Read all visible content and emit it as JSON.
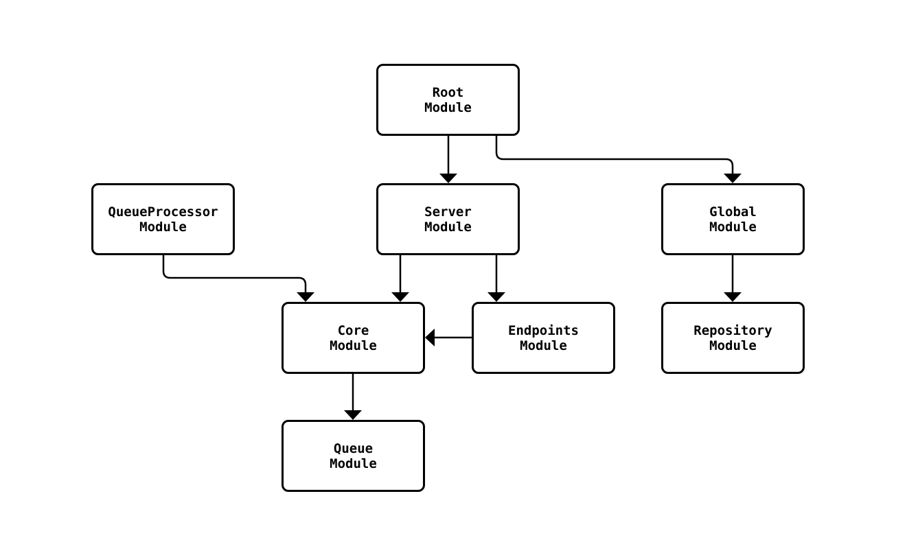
{
  "diagram": {
    "type": "flowchart",
    "background_color": "#ffffff",
    "node_fill_color": "#ffffff",
    "node_border_color": "#000000",
    "edge_color": "#000000",
    "text_color": "#000000",
    "nodes": [
      {
        "id": "root",
        "line1": "Root",
        "line2": "Module"
      },
      {
        "id": "queueprocessor",
        "line1": "QueueProcessor",
        "line2": "Module"
      },
      {
        "id": "server",
        "line1": "Server",
        "line2": "Module"
      },
      {
        "id": "global",
        "line1": "Global",
        "line2": "Module"
      },
      {
        "id": "core",
        "line1": "Core",
        "line2": "Module"
      },
      {
        "id": "endpoints",
        "line1": "Endpoints",
        "line2": "Module"
      },
      {
        "id": "repository",
        "line1": "Repository",
        "line2": "Module"
      },
      {
        "id": "queue",
        "line1": "Queue",
        "line2": "Module"
      }
    ],
    "edges": [
      {
        "from": "Root Module",
        "to": "Server Module"
      },
      {
        "from": "Root Module",
        "to": "Global Module"
      },
      {
        "from": "QueueProcessor Module",
        "to": "Core Module"
      },
      {
        "from": "Server Module",
        "to": "Core Module"
      },
      {
        "from": "Server Module",
        "to": "Endpoints Module"
      },
      {
        "from": "Endpoints Module",
        "to": "Core Module"
      },
      {
        "from": "Global Module",
        "to": "Repository Module"
      },
      {
        "from": "Core Module",
        "to": "Queue Module"
      }
    ]
  }
}
